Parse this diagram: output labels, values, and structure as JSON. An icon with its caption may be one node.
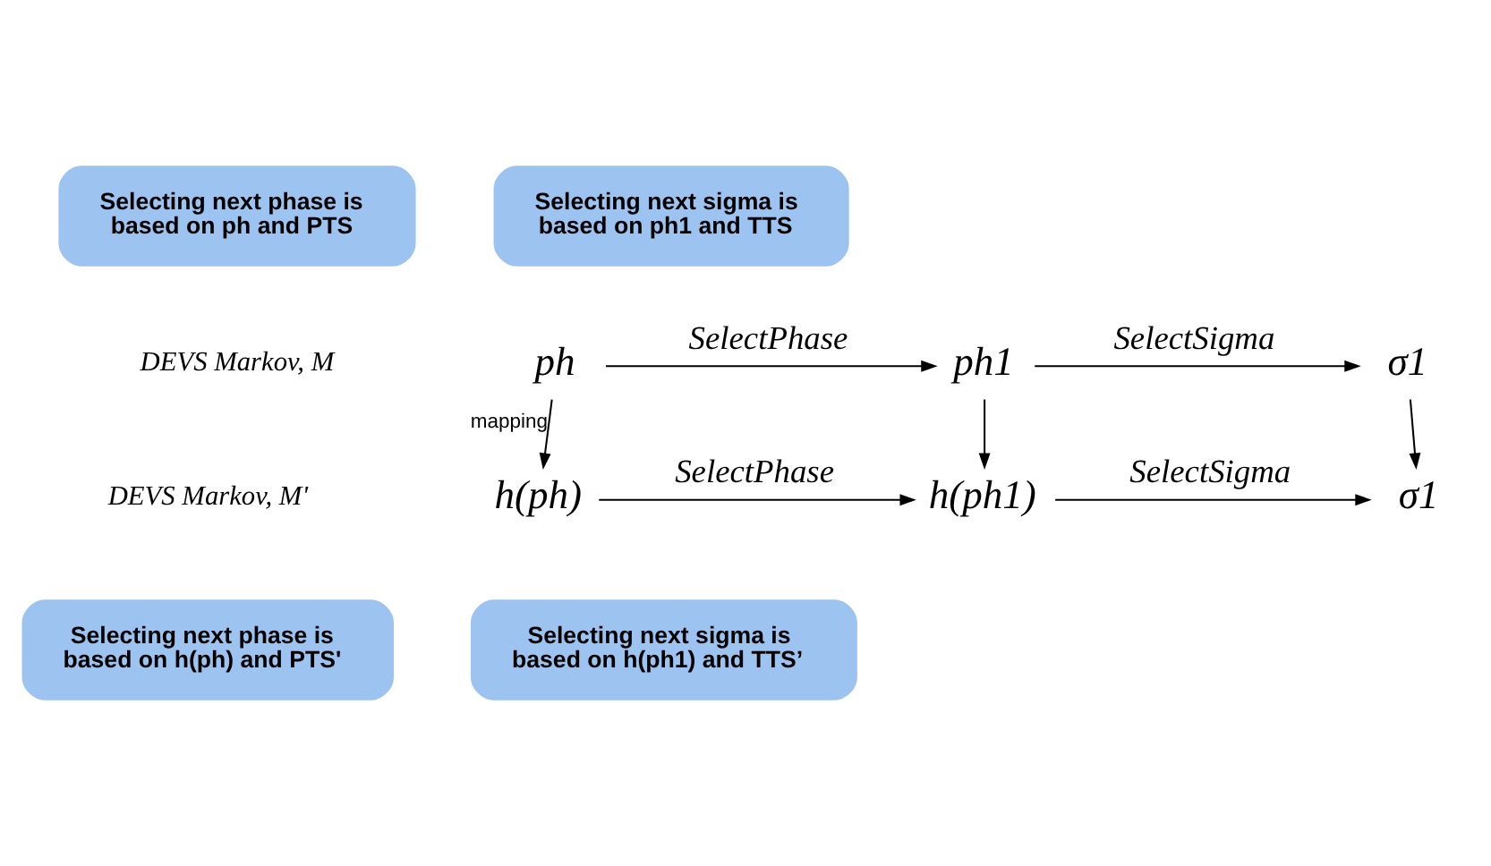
{
  "diagram": {
    "nodes": [
      {
        "text": [
          "Selecting next phase is based on ph and PTS"
        ]
      },
      {
        "text": [
          "Selecting next sigma is based on ph1 and TTS"
        ]
      },
      {
        "text": [
          "ph"
        ]
      },
      {
        "text": [
          "ph1"
        ]
      },
      {
        "text": [
          "σ1"
        ]
      },
      {
        "text": [
          "h(ph)"
        ]
      },
      {
        "text": [
          "h(ph1)"
        ]
      },
      {
        "text": [
          "σ1"
        ]
      },
      {
        "text": [
          "Selecting next phase is based on h(ph) and PTS'"
        ]
      },
      {
        "text": [
          "Selecting next sigma is based on h(ph1) and TTS’"
        ]
      }
    ],
    "edges": [
      {
        "from": 2,
        "to": 3,
        "arrow": "to",
        "label": "SelectPhase"
      },
      {
        "from": 3,
        "to": 4,
        "arrow": "to",
        "label": "SelectSigma"
      },
      {
        "from": 2,
        "to": 5,
        "arrow": "to",
        "label": "mapping"
      },
      {
        "from": 3,
        "to": 6,
        "arrow": "to"
      },
      {
        "from": 4,
        "to": 7,
        "arrow": "to"
      },
      {
        "from": 5,
        "to": 6,
        "arrow": "to",
        "label": "SelectPhase"
      },
      {
        "from": 6,
        "to": 7,
        "arrow": "to",
        "label": "SelectSigma"
      }
    ],
    "labels": [
      "DEVS Markov, M",
      "DEVS Markov, M'"
    ]
  }
}
